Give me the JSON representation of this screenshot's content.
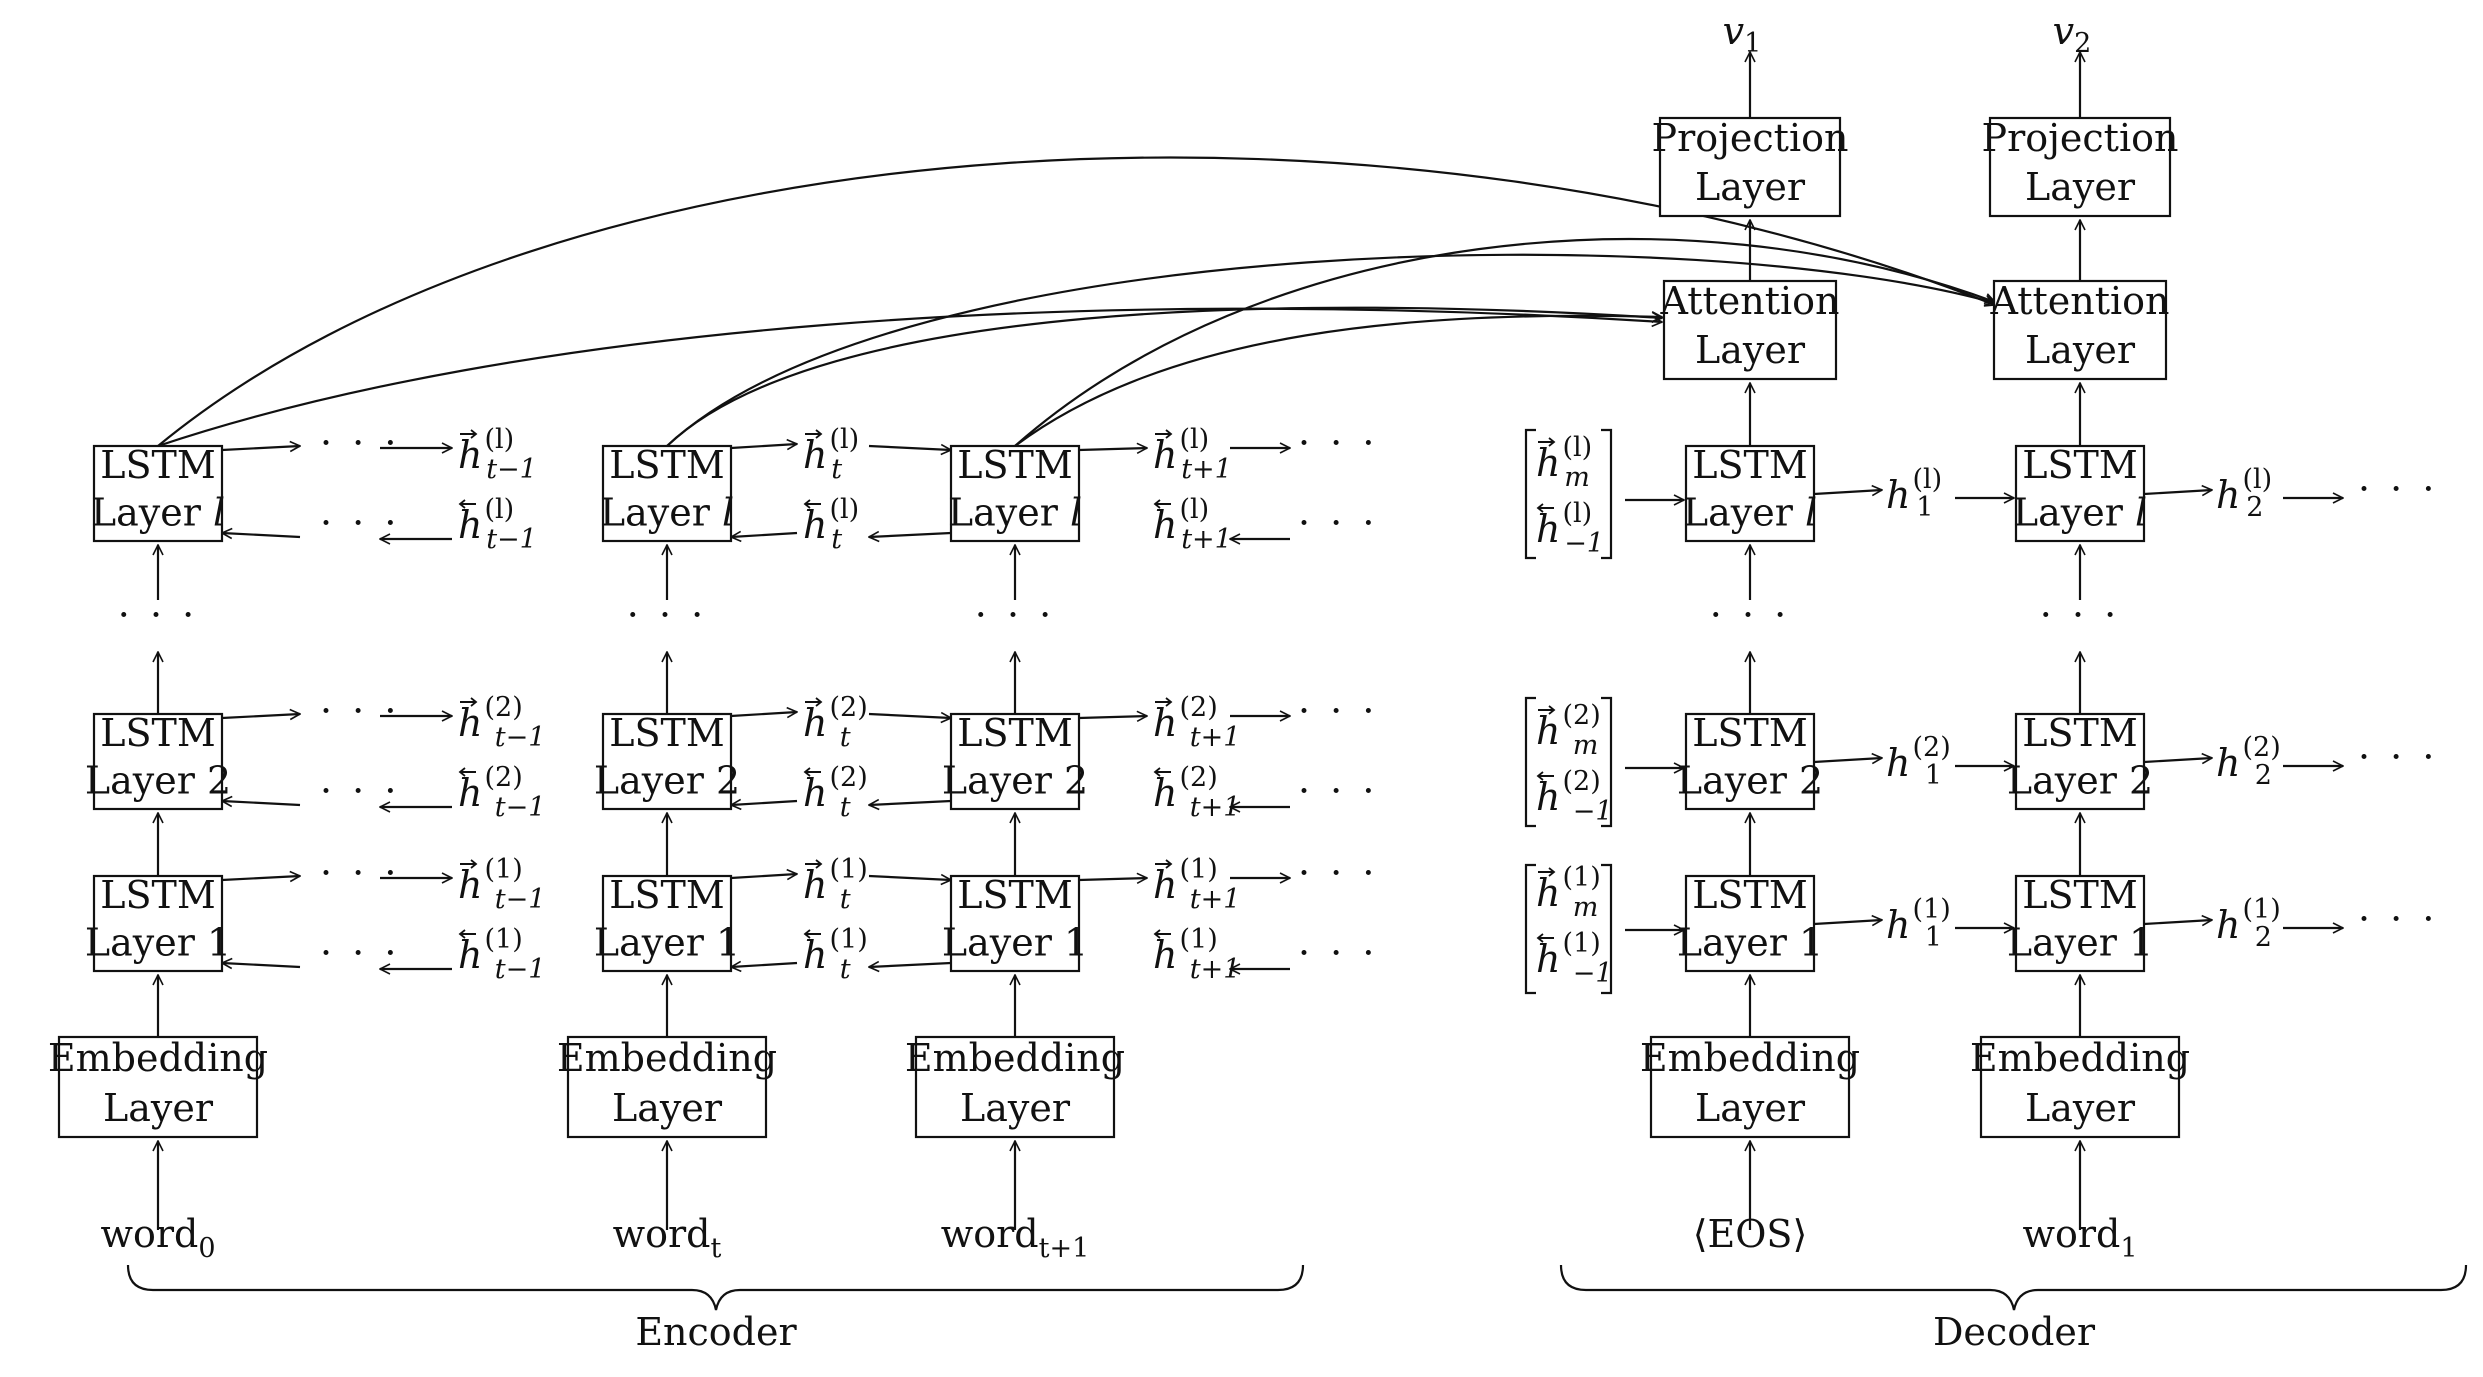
{
  "box": {
    "lstm": "LSTM",
    "layer_l": "Layer ",
    "layer_l_var": "l",
    "layer_2": "Layer 2",
    "layer_1": "Layer 1",
    "embedding": "Embedding",
    "layer": "Layer",
    "attention": "Attention",
    "projection": "Projection"
  },
  "dots": "· · ·",
  "hidden": {
    "h": "h",
    "sub_tm1": "t−1",
    "sub_t": "t",
    "sub_tp1": "t+1",
    "sup_l": "(l)",
    "sup_2": "(2)",
    "sup_1": "(1)",
    "sub_1": "1",
    "sub_2": "2",
    "sub_m": "m",
    "sub_neg1": "−1"
  },
  "inputs": {
    "word0": "word",
    "word0_sub": "0",
    "wordt": "word",
    "wordt_sub": "t",
    "wordt1": "word",
    "wordt1_sub": "t+1",
    "eos": "⟨EOS⟩",
    "word1": "word",
    "word1_sub": "1"
  },
  "outputs": {
    "v": "v",
    "v1_sub": "1",
    "v2_sub": "2"
  },
  "captions": {
    "encoder": "Encoder",
    "decoder": "Decoder"
  }
}
